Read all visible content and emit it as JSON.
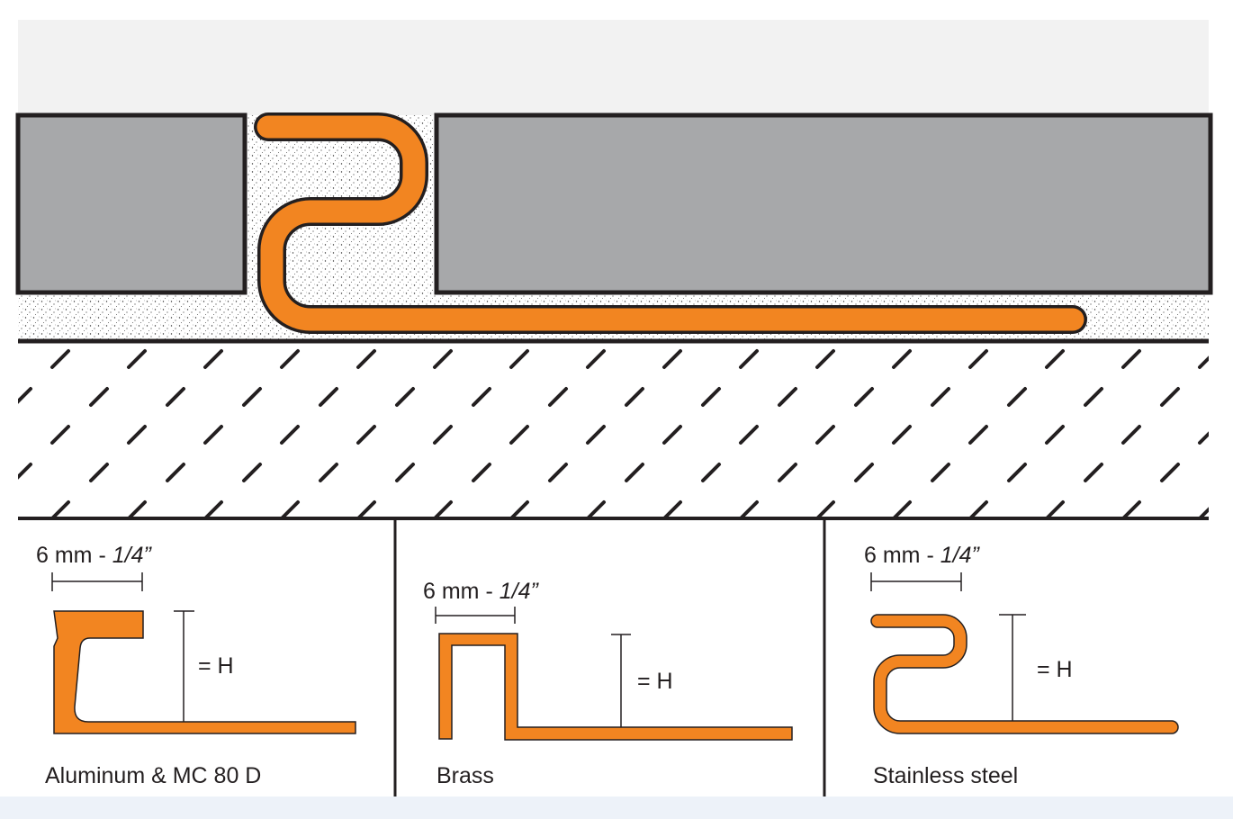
{
  "colors": {
    "profile": "#f28521",
    "tile": "#a7a8aa",
    "outline": "#231f20",
    "top_surface": "#f2f2f2"
  },
  "panels": [
    {
      "label": "Aluminum & MC 80 D",
      "dimension_mm": "6 mm - ",
      "dimension_in": "1/4”",
      "height_label": "= H"
    },
    {
      "label": "Brass",
      "dimension_mm": "6 mm - ",
      "dimension_in": "1/4”",
      "height_label": "= H"
    },
    {
      "label": "Stainless steel",
      "dimension_mm": "6 mm - ",
      "dimension_in": "1/4”",
      "height_label": "= H"
    }
  ]
}
